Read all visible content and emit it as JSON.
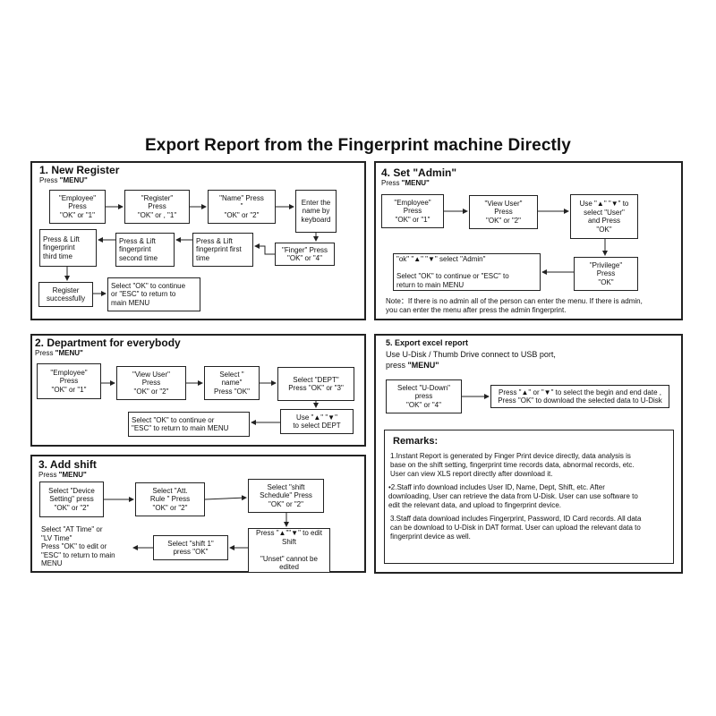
{
  "title": "Export  Report from the Fingerprint machine Directly",
  "press_menu_prefix": "Press ",
  "menu_word": "\"MENU\"",
  "s1": {
    "heading": "1.     New Register",
    "boxes": [
      "\"Employee\"\nPress\n\"OK\" or \"1\"",
      "\"Register\"\nPress\n\"OK\" or , \"1\"",
      "\"Name\" Press\n\"\n\"OK\" or \"2\"",
      "Enter the\nname by\nkeyboard",
      "\"Finger\" Press\n\"OK\" or \"4\"",
      "Press & Lift\nfingerprint first\ntime",
      "Press & Lift\nfingerprint\nsecond time",
      "Press & Lift\nfingerprint\nthird time",
      "Register\nsuccessfully",
      "Select \"OK\" to continue\nor \"ESC\" to return to\nmain MENU"
    ]
  },
  "s2": {
    "heading": "2. Department for everybody",
    "boxes": [
      "\"Employee\"\nPress\n\"OK\" or \"1\"",
      "\"View User\"\nPress\n\"OK\" or \"2\"",
      "Select \"\nname\"\nPress \"OK\"",
      "Select \"DEPT\"\nPress \"OK\" or \"3\"",
      "Use \"▲\"   \"▼\"\nto select DEPT",
      "Select \"OK\" to continue or\n\"ESC\" to return to main MENU"
    ]
  },
  "s3": {
    "heading": "3. Add shift",
    "boxes": [
      "Select \"Device\nSetting\" press\n\"OK\" or \"2\"",
      "Select \"Att.\nRule \" Press\n\"OK\" or \"2\"",
      "Select \"shift\nSchedule\" Press\n\"OK\" or \"2\"",
      "Press \"▲\"\"▼\" to edit\nShift\n\n\"Unset\" cannot be\nedited",
      "Select \"shift 1\"\npress \"OK\"",
      "Select \"AT Time\"  or\n\"LV Time\"\nPress \"OK\" to edit or\n\"ESC\" to return to main\nMENU"
    ]
  },
  "s4": {
    "heading": "4. Set \"Admin\"",
    "boxes": [
      "\"Employee\"\nPress\n\"OK\" or \"1\"",
      "\"View User\"\nPress\n\"OK\" or \"2\"",
      "Use \"▲\" \"▼\" to\nselect \"User\"\nand Press\n\"OK\"",
      "\"Privilege\"\nPress\n\"OK\"",
      "\"ok\" \"▲\" \"▼\" select   \"Admin\"\n\nSelect \"OK\" to continue or \"ESC\" to\nreturn to main MENU"
    ],
    "note": "Note：If there is no admin all of the person can enter the menu. If there is admin,\nyou can enter the menu after press the admin fingerprint."
  },
  "s5": {
    "heading": "5. Export excel report",
    "line1": "Use U-Disk / Thumb Drive connect to USB port,",
    "line2_prefix": "press ",
    "boxes": [
      "Select \"U-Down\"\npress\n\"OK\" or \"4\"",
      "Press \"▲\" or \"▼\" to select the begin and end date ,\nPress   \"OK\" to download the selected data to U-Disk"
    ]
  },
  "remarks": {
    "title": "Remarks:",
    "items": [
      "1.Instant Report is generated by Finger Print device directly, data analysis is\nbase on the shift setting, fingerprint time records data, abnormal records, etc.\nUser can view XLS report directly after download it.",
      "•2.Staff info download includes User ID, Name, Dept, Shift, etc. After\ndownloading, User can retrieve the data from U-Disk. User can use software to\nedit the relevant data, and upload to fingerprint device.",
      "3.Staff data download includes Fingerprint, Password, ID Card records. All data\ncan be download to U-Disk in DAT format. User can upload the relevant data to\nfingerprint device as well."
    ]
  }
}
